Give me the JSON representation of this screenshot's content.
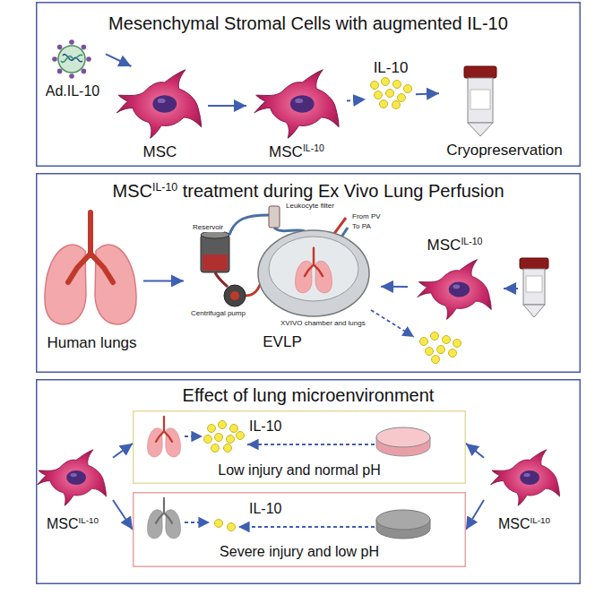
{
  "diagram": {
    "nodes": [
      {
        "text": [
          "Mesenchymal Stromal Cells with augmented IL-10"
        ]
      },
      {
        "text": [
          "Ad.IL-10"
        ],
        "in": 0
      },
      {
        "text": [
          "MSC"
        ],
        "in": 0
      },
      {
        "text": [
          "MSC",
          "IL-10"
        ],
        "in": 0
      },
      {
        "text": [
          "IL-10"
        ],
        "in": 0
      },
      {
        "text": [
          "Cryopreservation"
        ],
        "in": 0
      },
      {
        "text": [
          "MSC",
          "IL-10",
          "treatment during Ex Vivo Lung Perfusion"
        ]
      },
      {
        "text": [
          "Human lungs"
        ],
        "in": 6
      },
      {
        "text": [
          "EVLP"
        ],
        "in": 6
      },
      {
        "text": [
          "MSC",
          "IL-10"
        ],
        "in": 6
      },
      {
        "text": [
          "Effect of lung microenvironment"
        ]
      },
      {
        "text": [
          "MSC",
          "IL-10"
        ],
        "in": 10
      },
      {
        "text": [
          "IL-10",
          "Low injury and normal pH"
        ],
        "in": 10
      },
      {
        "text": [
          "IL-10",
          "Severe injury and low pH"
        ],
        "in": 10
      },
      {
        "text": [
          "MSC",
          "IL-10"
        ],
        "in": 10
      }
    ],
    "edges": [
      {
        "from": 1,
        "to": 2,
        "arrow": "to"
      },
      {
        "from": 2,
        "to": 3,
        "arrow": "to"
      },
      {
        "from": 3,
        "to": 4,
        "arrow": "to"
      },
      {
        "from": 4,
        "to": 5,
        "arrow": "to"
      },
      {
        "from": 7,
        "to": 8,
        "arrow": "to"
      },
      {
        "from": 9,
        "to": 8,
        "arrow": "to"
      },
      {
        "from": 11,
        "to": 12,
        "arrow": "to"
      },
      {
        "from": 11,
        "to": 13,
        "arrow": "to"
      },
      {
        "from": 14,
        "to": 12,
        "arrow": "to"
      },
      {
        "from": 14,
        "to": 13,
        "arrow": "to"
      }
    ],
    "labels": [
      "Leukocyte filter",
      "From PV",
      "To PA",
      "Reservoir",
      "Centrifugal pump",
      "XVIVO chamber and lungs"
    ]
  }
}
